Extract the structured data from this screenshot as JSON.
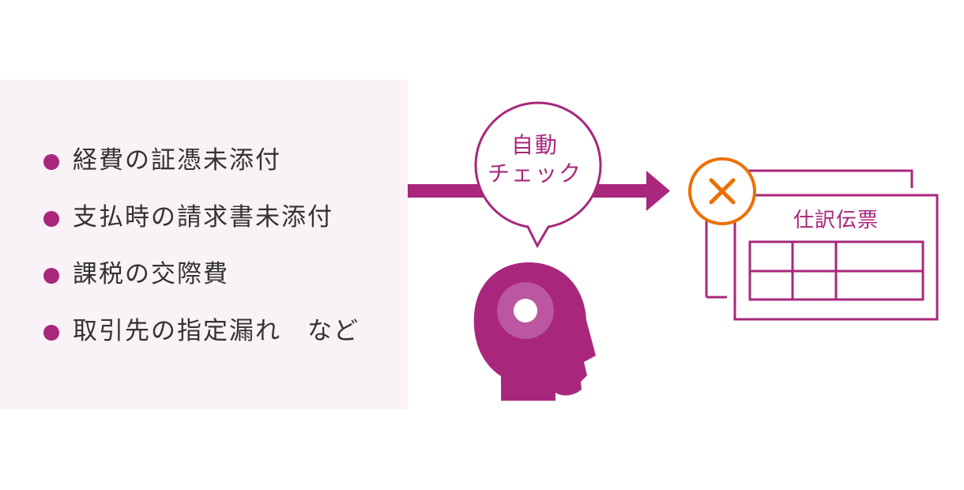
{
  "items": [
    {
      "label": "経費の証憑未添付"
    },
    {
      "label": "支払時の請求書未添付"
    },
    {
      "label": "課税の交際費"
    },
    {
      "label": "取引先の指定漏れ　など"
    }
  ],
  "bubble": {
    "line1": "自動",
    "line2": "チェック"
  },
  "document": {
    "title": "仕訳伝票"
  },
  "colors": {
    "accent": "#a8277c",
    "panel": "#f9f2f7",
    "error": "#ec7000",
    "text": "#333333"
  },
  "icons": {
    "status": "x-mark-icon",
    "person": "head-profile-icon"
  }
}
